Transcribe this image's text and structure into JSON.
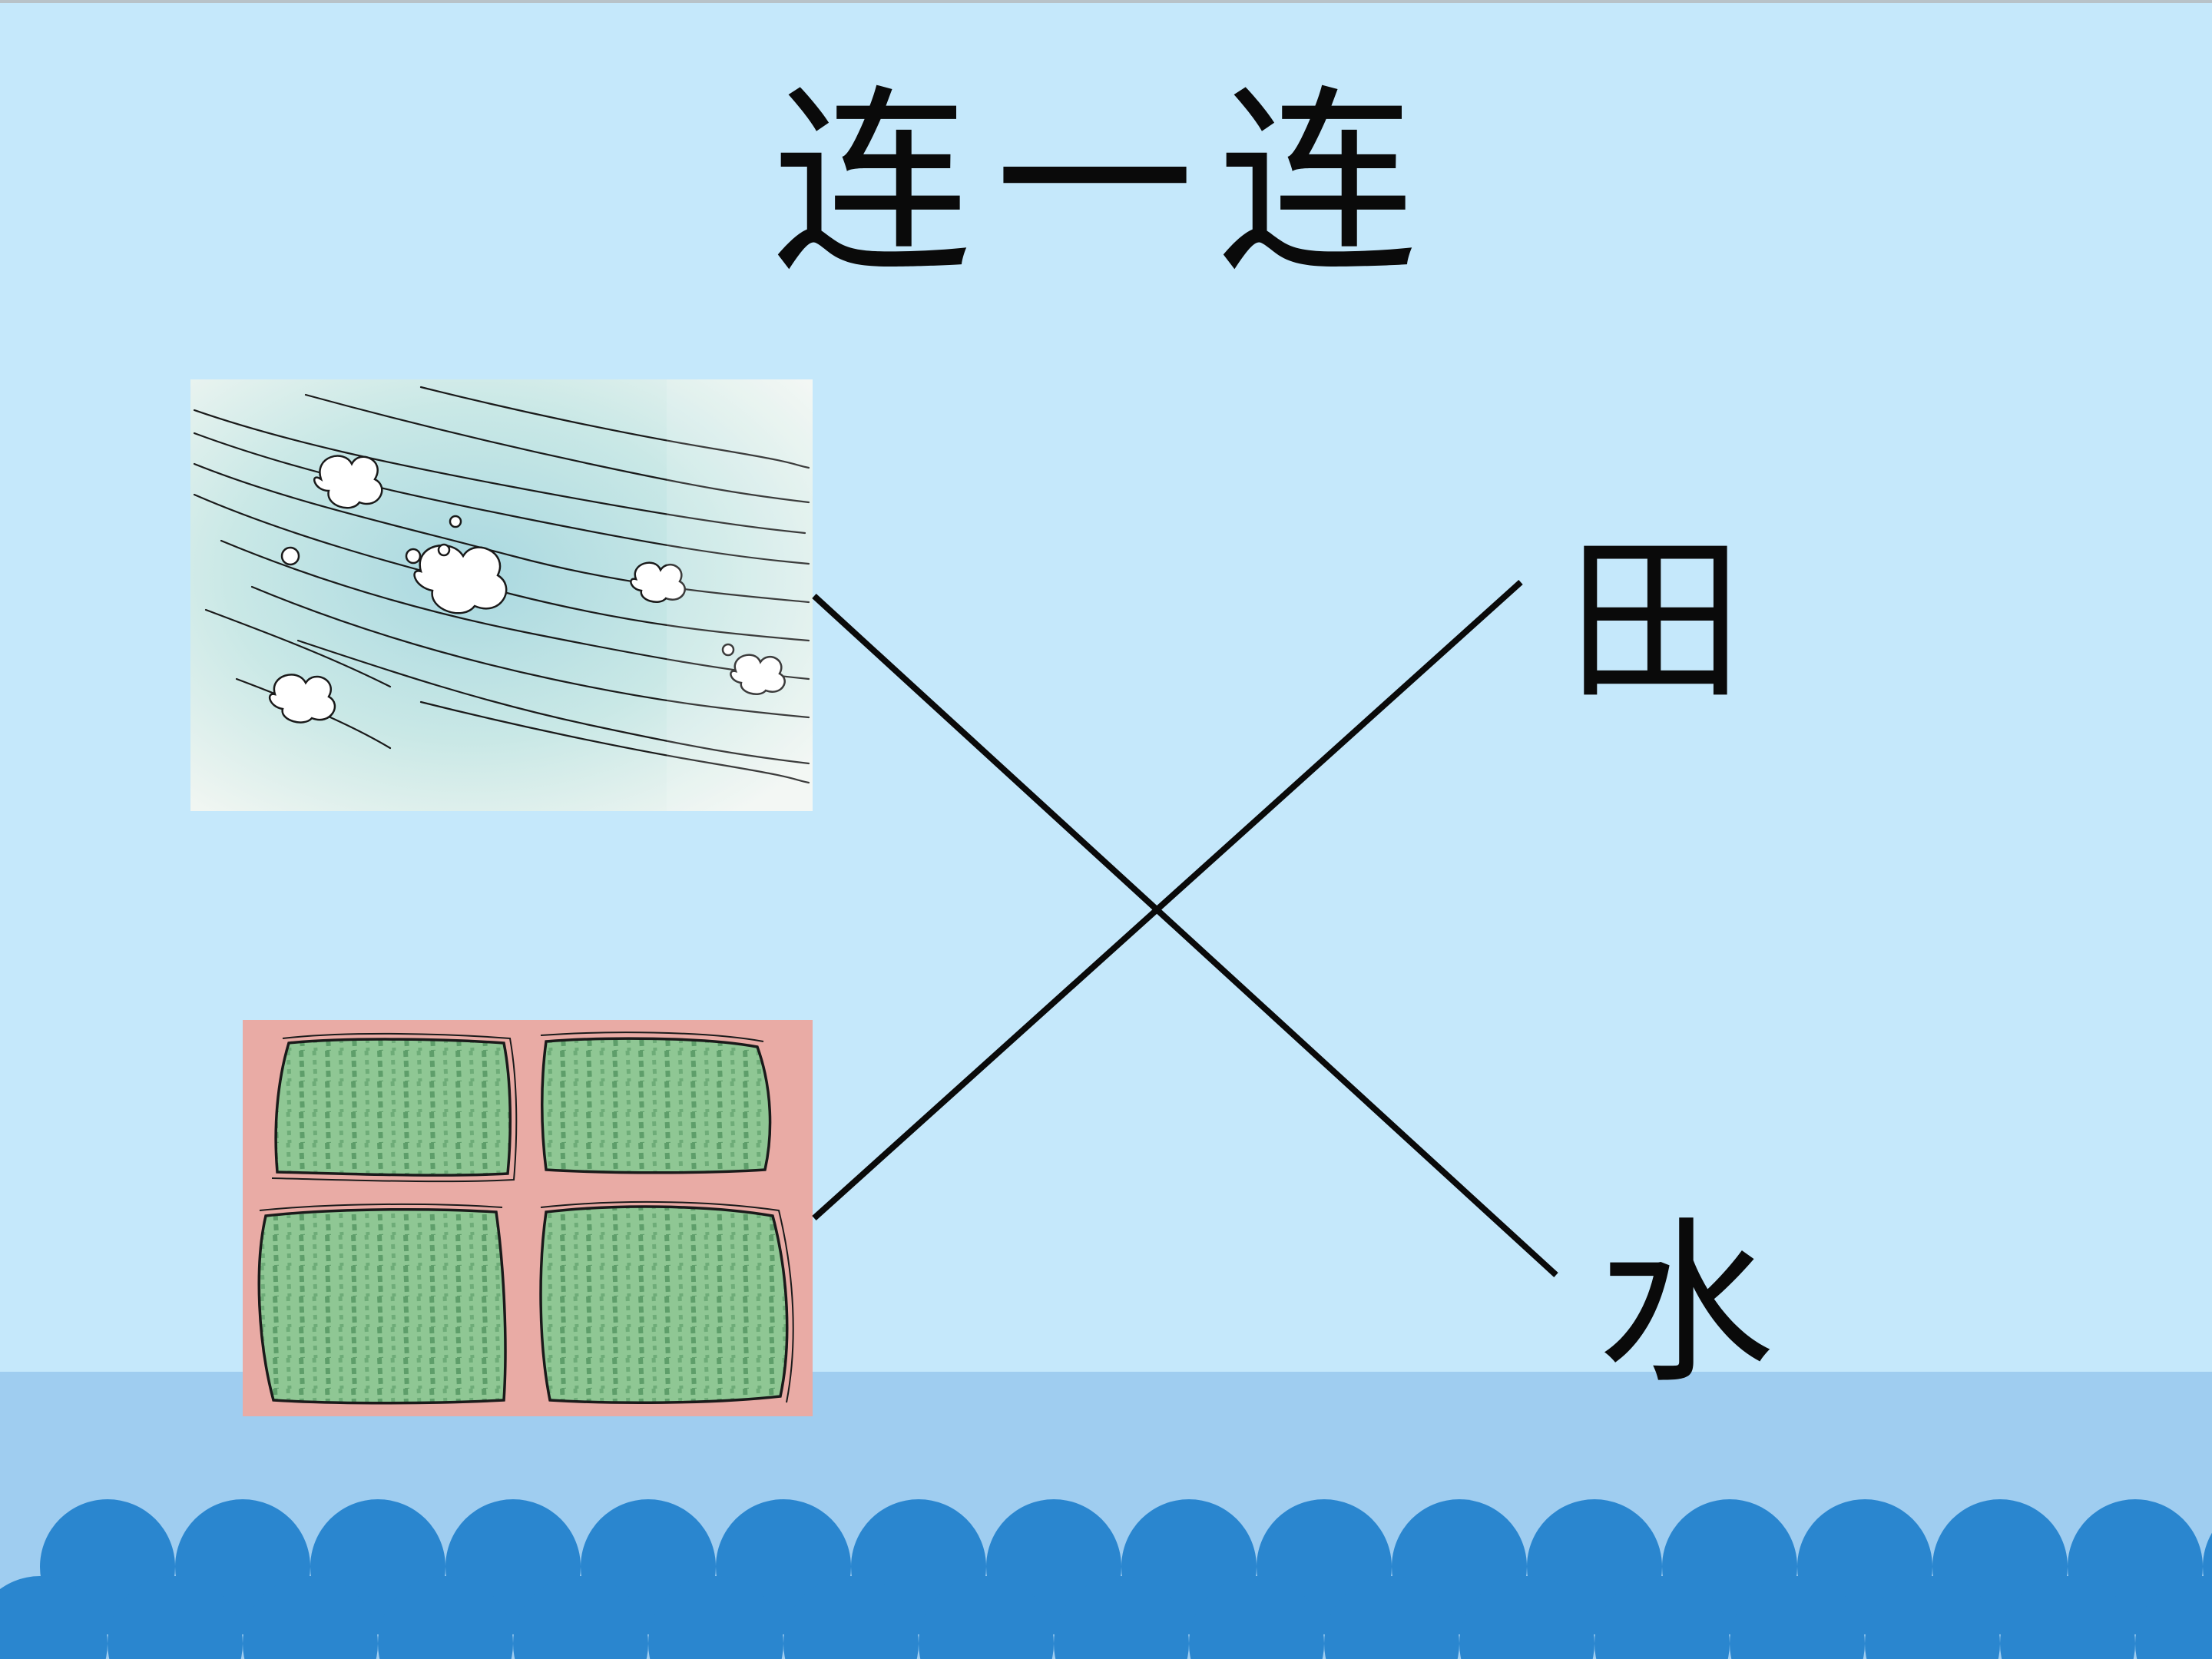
{
  "title": "连一连",
  "characters": {
    "tian": "田",
    "shui": "水"
  },
  "pictures": {
    "water": "water-waves-illustration",
    "field": "rice-field-illustration"
  },
  "colors": {
    "background": "#c5e8fb",
    "ground": "#9fcdf0",
    "waves": "#2a86cf",
    "text": "#0a0a0a",
    "connector": "#0a0a0a",
    "field_green": "#88c48c",
    "field_border": "#e6a09a",
    "water_tint": "#bfe2e6"
  }
}
